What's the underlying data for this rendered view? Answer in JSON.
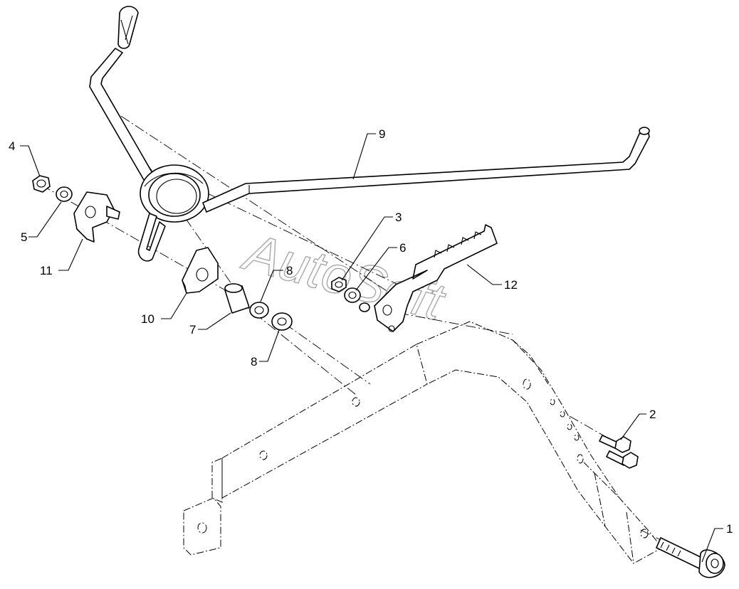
{
  "watermark": "AutoSoft",
  "callouts": [
    {
      "id": "1",
      "label": "1"
    },
    {
      "id": "2",
      "label": "2"
    },
    {
      "id": "3",
      "label": "3"
    },
    {
      "id": "4",
      "label": "4"
    },
    {
      "id": "5",
      "label": "5"
    },
    {
      "id": "6",
      "label": "6"
    },
    {
      "id": "7",
      "label": "7"
    },
    {
      "id": "8a",
      "label": "8"
    },
    {
      "id": "8b",
      "label": "8"
    },
    {
      "id": "9",
      "label": "9"
    },
    {
      "id": "10",
      "label": "10"
    },
    {
      "id": "11",
      "label": "11"
    },
    {
      "id": "12",
      "label": "12"
    }
  ]
}
